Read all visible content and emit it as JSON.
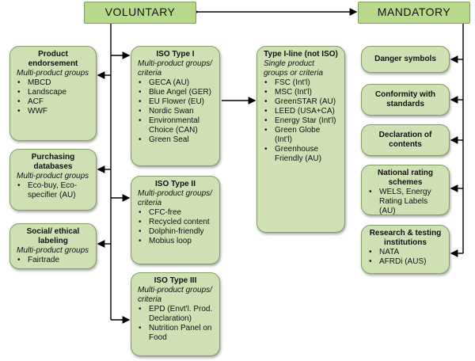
{
  "headers": {
    "voluntary": "VOLUNTARY",
    "mandatory": "MANDATORY"
  },
  "left": [
    {
      "title": "Product endorsement",
      "subtitle": "Multi-product groups",
      "items": [
        "MBCD",
        "Landscape",
        "ACF",
        "WWF"
      ]
    },
    {
      "title": "Purchasing databases",
      "subtitle": "Multi-product groups",
      "items": [
        "Eco-buy, Eco-specifier (AU)"
      ]
    },
    {
      "title": "Social/ ethical labeling",
      "subtitle": "Multi-product groups",
      "items": [
        "Fairtrade"
      ]
    }
  ],
  "iso": [
    {
      "title": "ISO Type I",
      "subtitle": "Multi-product groups/ criteria",
      "items": [
        "GECA (AU)",
        "Blue Angel (GER)",
        "EU Flower (EU)",
        "Nordic Swan",
        "Environmental Choice (CAN)",
        "Green Seal"
      ]
    },
    {
      "title": "ISO Type II",
      "subtitle": "Multi-product groups/ criteria",
      "items": [
        "CFC-free",
        "Recycled content",
        "Dolphin-friendly",
        "Mobius loop"
      ]
    },
    {
      "title": "ISO Type III",
      "subtitle": "Multi-product groups/ criteria",
      "items": [
        "EPD (Envt'l. Prod. Declaration)",
        "Nutrition Panel on Food"
      ]
    }
  ],
  "type1line": {
    "title": "Type I-line (not ISO)",
    "subtitle": "Single product groups or criteria",
    "items": [
      "FSC (Int'l)",
      "MSC (Int'l)",
      "GreenSTAR (AU)",
      "LEED (USA+CA)",
      "Energy Star (Int'l)",
      "Green Globe (Int'l)",
      "Greenhouse Friendly (AU)"
    ]
  },
  "mandatory": [
    {
      "title": "Danger symbols",
      "items": []
    },
    {
      "title": "Conformity with standards",
      "items": []
    },
    {
      "title": "Declaration of contents",
      "items": []
    },
    {
      "title": "National rating schemes",
      "items": [
        "WELS, Energy Rating Labels (AU)"
      ]
    },
    {
      "title": "Research & testing institutions",
      "items": [
        "NATA",
        "AFRDi (AUS)"
      ]
    }
  ],
  "colors": {
    "header_fill": "#b8d98c",
    "box_fill": "#cfe1b4",
    "border": "#7f9f66",
    "line": "#000000"
  }
}
